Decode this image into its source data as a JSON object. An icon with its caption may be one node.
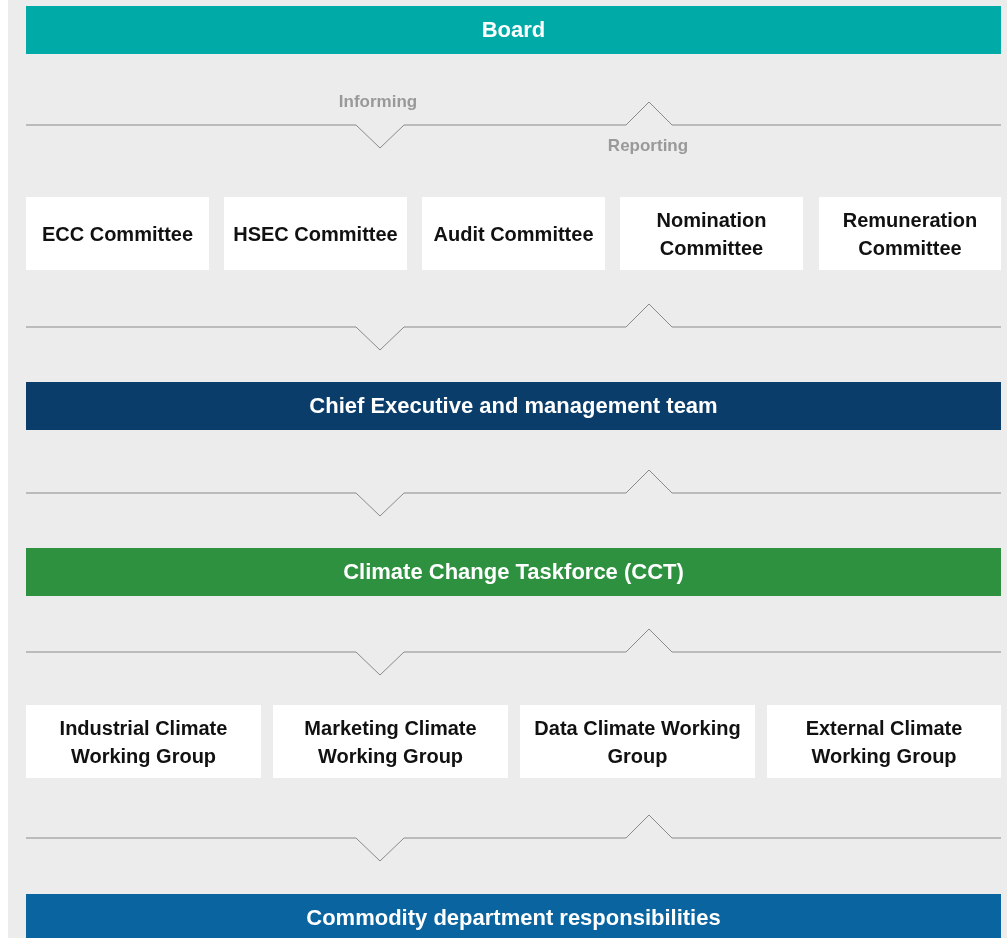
{
  "diagram": {
    "nodes": [
      {
        "text": [
          "Board"
        ]
      },
      {
        "text": [
          "ECC Committee"
        ]
      },
      {
        "text": [
          "HSEC Committee"
        ]
      },
      {
        "text": [
          "Audit Committee"
        ]
      },
      {
        "text": [
          "Nomination Committee"
        ]
      },
      {
        "text": [
          "Remuneration Committee"
        ]
      },
      {
        "text": [
          "Chief Executive and management team"
        ]
      },
      {
        "text": [
          "Climate Change Taskforce (CCT)"
        ]
      },
      {
        "text": [
          "Industrial Climate Working Group"
        ]
      },
      {
        "text": [
          "Marketing Climate Working Group"
        ]
      },
      {
        "text": [
          "Data Climate Working Group"
        ]
      },
      {
        "text": [
          "External Climate Working Group"
        ]
      },
      {
        "text": [
          "Commodity department responsibilities"
        ]
      }
    ],
    "labels": [
      "Informing",
      "Reporting"
    ]
  }
}
